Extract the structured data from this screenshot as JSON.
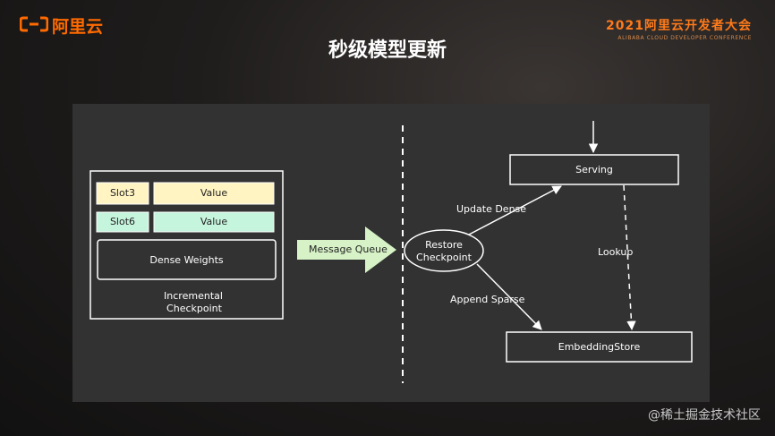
{
  "brand": {
    "logo_text": "阿里云"
  },
  "conference": {
    "title": "2021阿里云开发者大会",
    "subtitle": "ALIBABA CLOUD DEVELOPER CONFERENCE"
  },
  "slide_title": "秒级模型更新",
  "diagram": {
    "slot3_label": "Slot3",
    "slot3_value": "Value",
    "slot6_label": "Slot6",
    "slot6_value": "Value",
    "dense_weights": "Dense Weights",
    "incremental_line1": "Incremental",
    "incremental_line2": "Checkpoint",
    "message_queue": "Message Queue",
    "restore_line1": "Restore",
    "restore_line2": "Checkpoint",
    "serving": "Serving",
    "embedding_store": "EmbeddingStore",
    "update_dense": "Update Dense",
    "append_sparse": "Append Sparse",
    "lookup": "Lookup"
  },
  "colors": {
    "slot3_fill": "#fff4c2",
    "slot6_fill": "#c6f5de",
    "arrow_fill": "#d6f2c6",
    "brand_orange": "#ff6a00"
  },
  "watermark": "@稀土掘金技术社区"
}
